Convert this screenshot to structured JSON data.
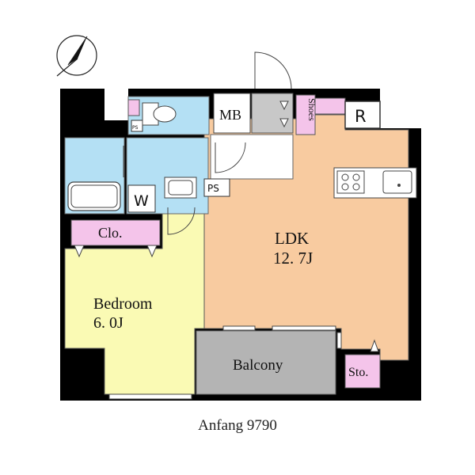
{
  "plan": {
    "name": "Anfang 9790",
    "rooms": {
      "ldk": {
        "label": "LDK",
        "size": "12. 7J"
      },
      "bedroom": {
        "label": "Bedroom",
        "size": "6. 0J"
      },
      "balcony": {
        "label": "Balcony"
      },
      "closet": {
        "label": "Clo."
      },
      "shoes": {
        "label": "Shoes"
      },
      "storage": {
        "label": "Sto."
      },
      "mb": {
        "label": "MB"
      },
      "refrigerator": {
        "label": "R"
      },
      "washer": {
        "label": "W"
      },
      "ps_main": {
        "label": "PS"
      },
      "ps_small": {
        "label": "PS"
      }
    },
    "compass": {
      "icon": "north-arrow-icon"
    },
    "colors": {
      "ldk": "#f8cba0",
      "bedroom": "#fafab4",
      "balcony": "#b4b4b4",
      "wet": "#b4e0f4",
      "storage": "#f4c4ea",
      "wall": "#000000"
    }
  }
}
